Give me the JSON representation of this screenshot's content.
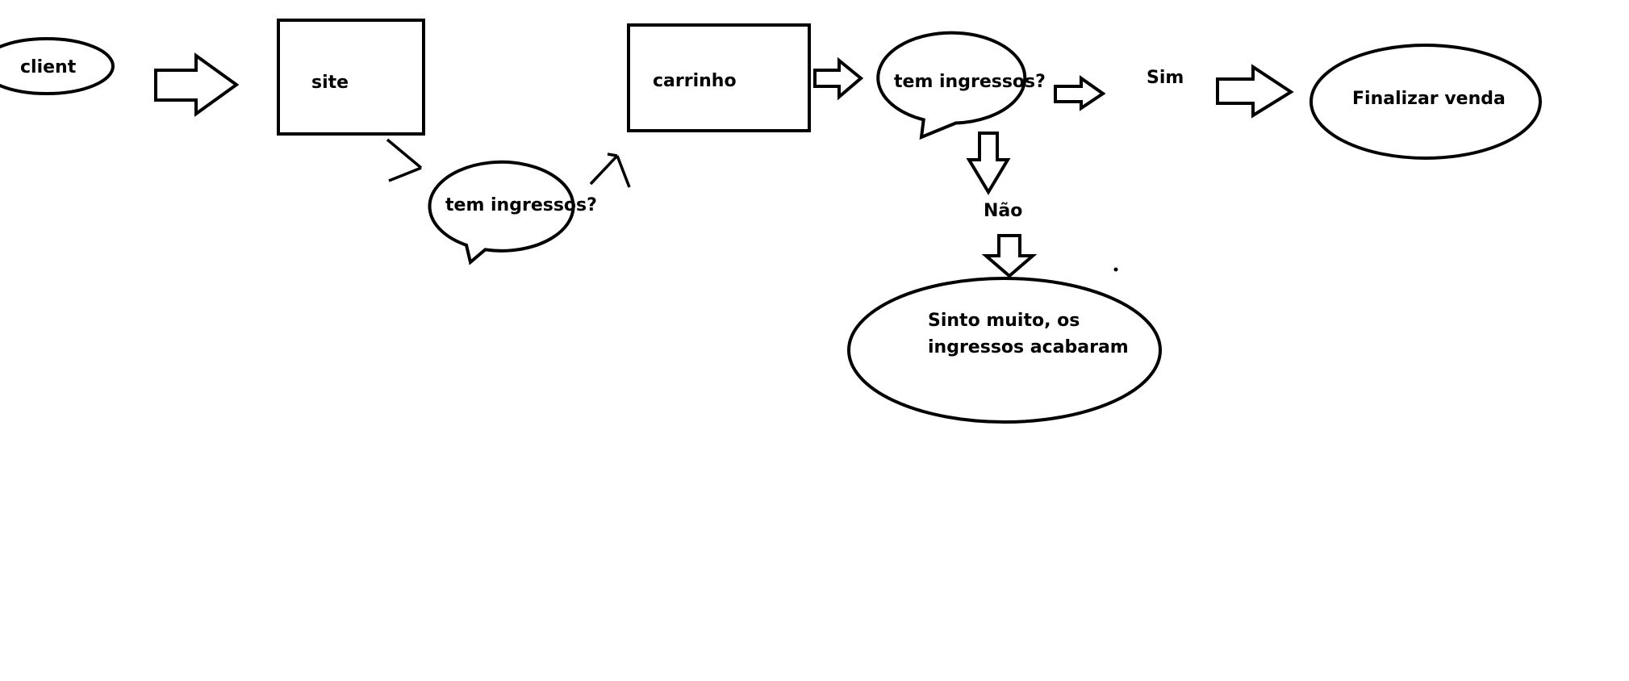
{
  "nodes": {
    "client": "client",
    "site": "site",
    "question_1": "tem ingressos?",
    "cart": "carrinho",
    "question_2": "tem ingressos?",
    "yes": "Sim",
    "finish": "Finalizar venda",
    "no": "Não",
    "sold_out_line_1": "Sinto muito, os",
    "sold_out_line_2": "ingressos acabaram"
  },
  "colors": {
    "stroke": "#000000",
    "background": "#ffffff"
  }
}
